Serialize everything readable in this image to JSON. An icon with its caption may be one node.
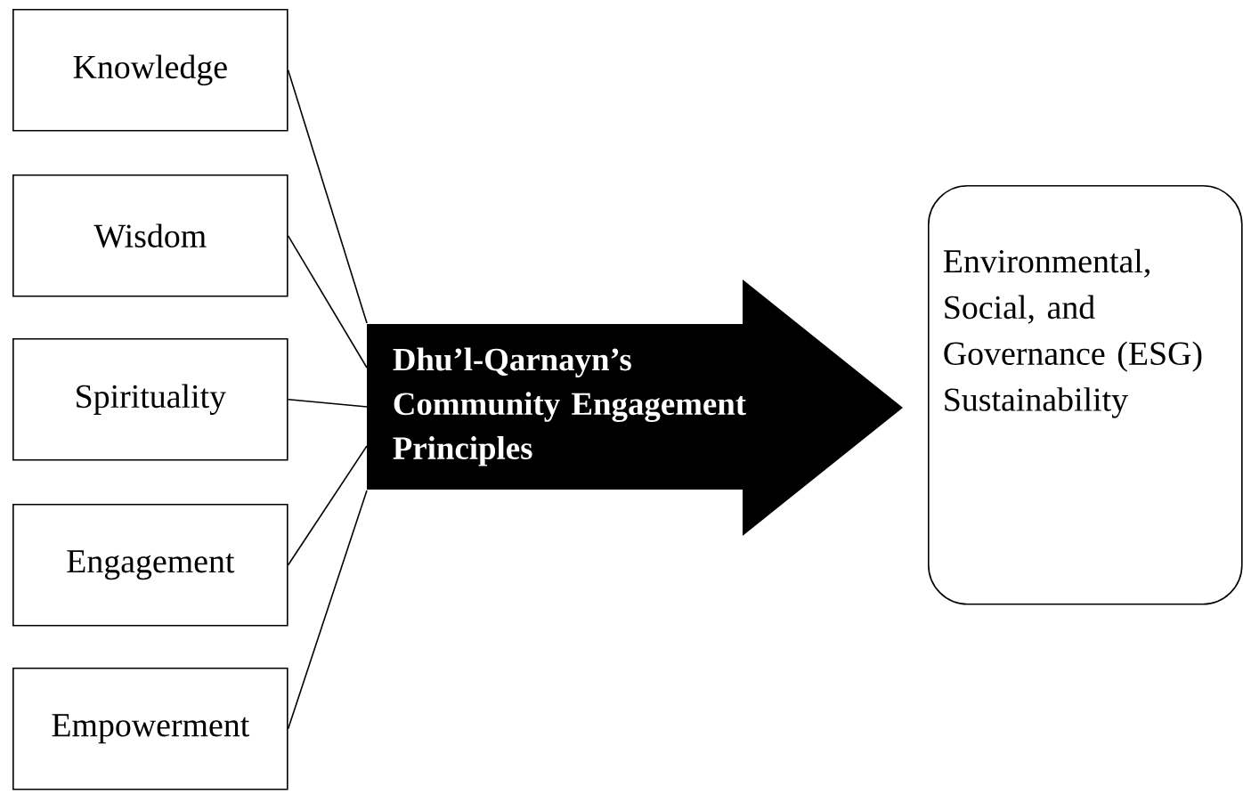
{
  "diagram": {
    "nodes": [
      {
        "text": [
          "Knowledge"
        ]
      },
      {
        "text": [
          "Wisdom"
        ]
      },
      {
        "text": [
          "Spirituality"
        ]
      },
      {
        "text": [
          "Engagement"
        ]
      },
      {
        "text": [
          "Empowerment"
        ]
      },
      {
        "text": [
          "Dhu’l-Qarnayn’s Community Engagement Principles"
        ]
      },
      {
        "text": [
          "Environmental, Social, and Governance (ESG) Sustainability"
        ]
      }
    ],
    "edges": [
      {
        "from": 0,
        "to": 5,
        "arrow": "none"
      },
      {
        "from": 1,
        "to": 5,
        "arrow": "none"
      },
      {
        "from": 2,
        "to": 5,
        "arrow": "none"
      },
      {
        "from": 3,
        "to": 5,
        "arrow": "none"
      },
      {
        "from": 4,
        "to": 5,
        "arrow": "none"
      }
    ]
  }
}
